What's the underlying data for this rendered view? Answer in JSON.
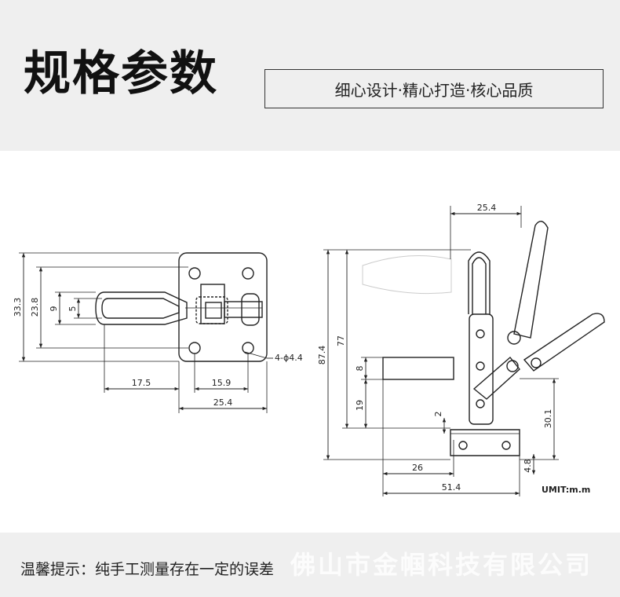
{
  "header": {
    "title": "规格参数",
    "slogan": "细心设计·精心打造·核心品质"
  },
  "drawing": {
    "left_view": {
      "dim_33_3": "33.3",
      "dim_23_8": "23.8",
      "dim_9": "9",
      "dim_5": "5",
      "dim_17_5": "17.5",
      "dim_15_9": "15.9",
      "dim_25_4": "25.4",
      "holes_note": "4-ϕ4.4"
    },
    "right_view": {
      "dim_25_4_top": "25.4",
      "dim_87_4": "87.4",
      "dim_77": "77",
      "dim_8": "8",
      "dim_19": "19",
      "dim_2": "2",
      "dim_30_1": "30.1",
      "dim_26": "26",
      "dim_4_8": "4.8",
      "dim_51_4": "51.4",
      "unit": "UMIT:m.m"
    }
  },
  "footer": {
    "tip": "温馨提示：纯手工测量存在一定的误差",
    "watermark": "佛山市金帼科技有限公司"
  }
}
